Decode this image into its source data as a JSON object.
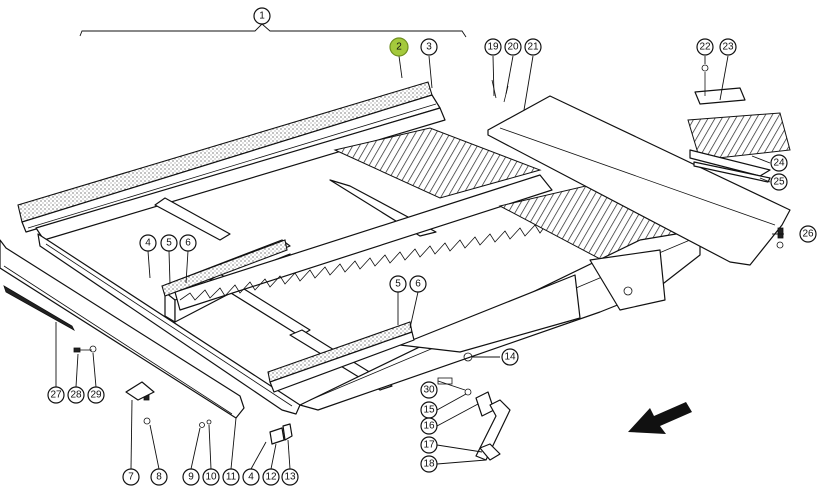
{
  "diagram": {
    "highlight_color": "#a4c93c",
    "callouts": [
      {
        "id": "1",
        "label": "1"
      },
      {
        "id": "2",
        "label": "2",
        "highlighted": true
      },
      {
        "id": "3",
        "label": "3"
      },
      {
        "id": "4a",
        "label": "4"
      },
      {
        "id": "5a",
        "label": "5"
      },
      {
        "id": "6a",
        "label": "6"
      },
      {
        "id": "5b",
        "label": "5"
      },
      {
        "id": "6b",
        "label": "6"
      },
      {
        "id": "4b",
        "label": "4"
      },
      {
        "id": "7",
        "label": "7"
      },
      {
        "id": "8",
        "label": "8"
      },
      {
        "id": "9",
        "label": "9"
      },
      {
        "id": "10",
        "label": "10"
      },
      {
        "id": "11",
        "label": "11"
      },
      {
        "id": "12",
        "label": "12"
      },
      {
        "id": "13",
        "label": "13"
      },
      {
        "id": "14",
        "label": "14"
      },
      {
        "id": "15",
        "label": "15"
      },
      {
        "id": "16",
        "label": "16"
      },
      {
        "id": "17",
        "label": "17"
      },
      {
        "id": "18",
        "label": "18"
      },
      {
        "id": "19",
        "label": "19"
      },
      {
        "id": "20",
        "label": "20"
      },
      {
        "id": "21",
        "label": "21"
      },
      {
        "id": "22",
        "label": "22"
      },
      {
        "id": "23",
        "label": "23"
      },
      {
        "id": "24",
        "label": "24"
      },
      {
        "id": "25",
        "label": "25"
      },
      {
        "id": "26",
        "label": "26"
      },
      {
        "id": "27",
        "label": "27"
      },
      {
        "id": "28",
        "label": "28"
      },
      {
        "id": "29",
        "label": "29"
      },
      {
        "id": "30",
        "label": "30"
      }
    ],
    "icons": [
      "direction-arrow-icon"
    ]
  }
}
